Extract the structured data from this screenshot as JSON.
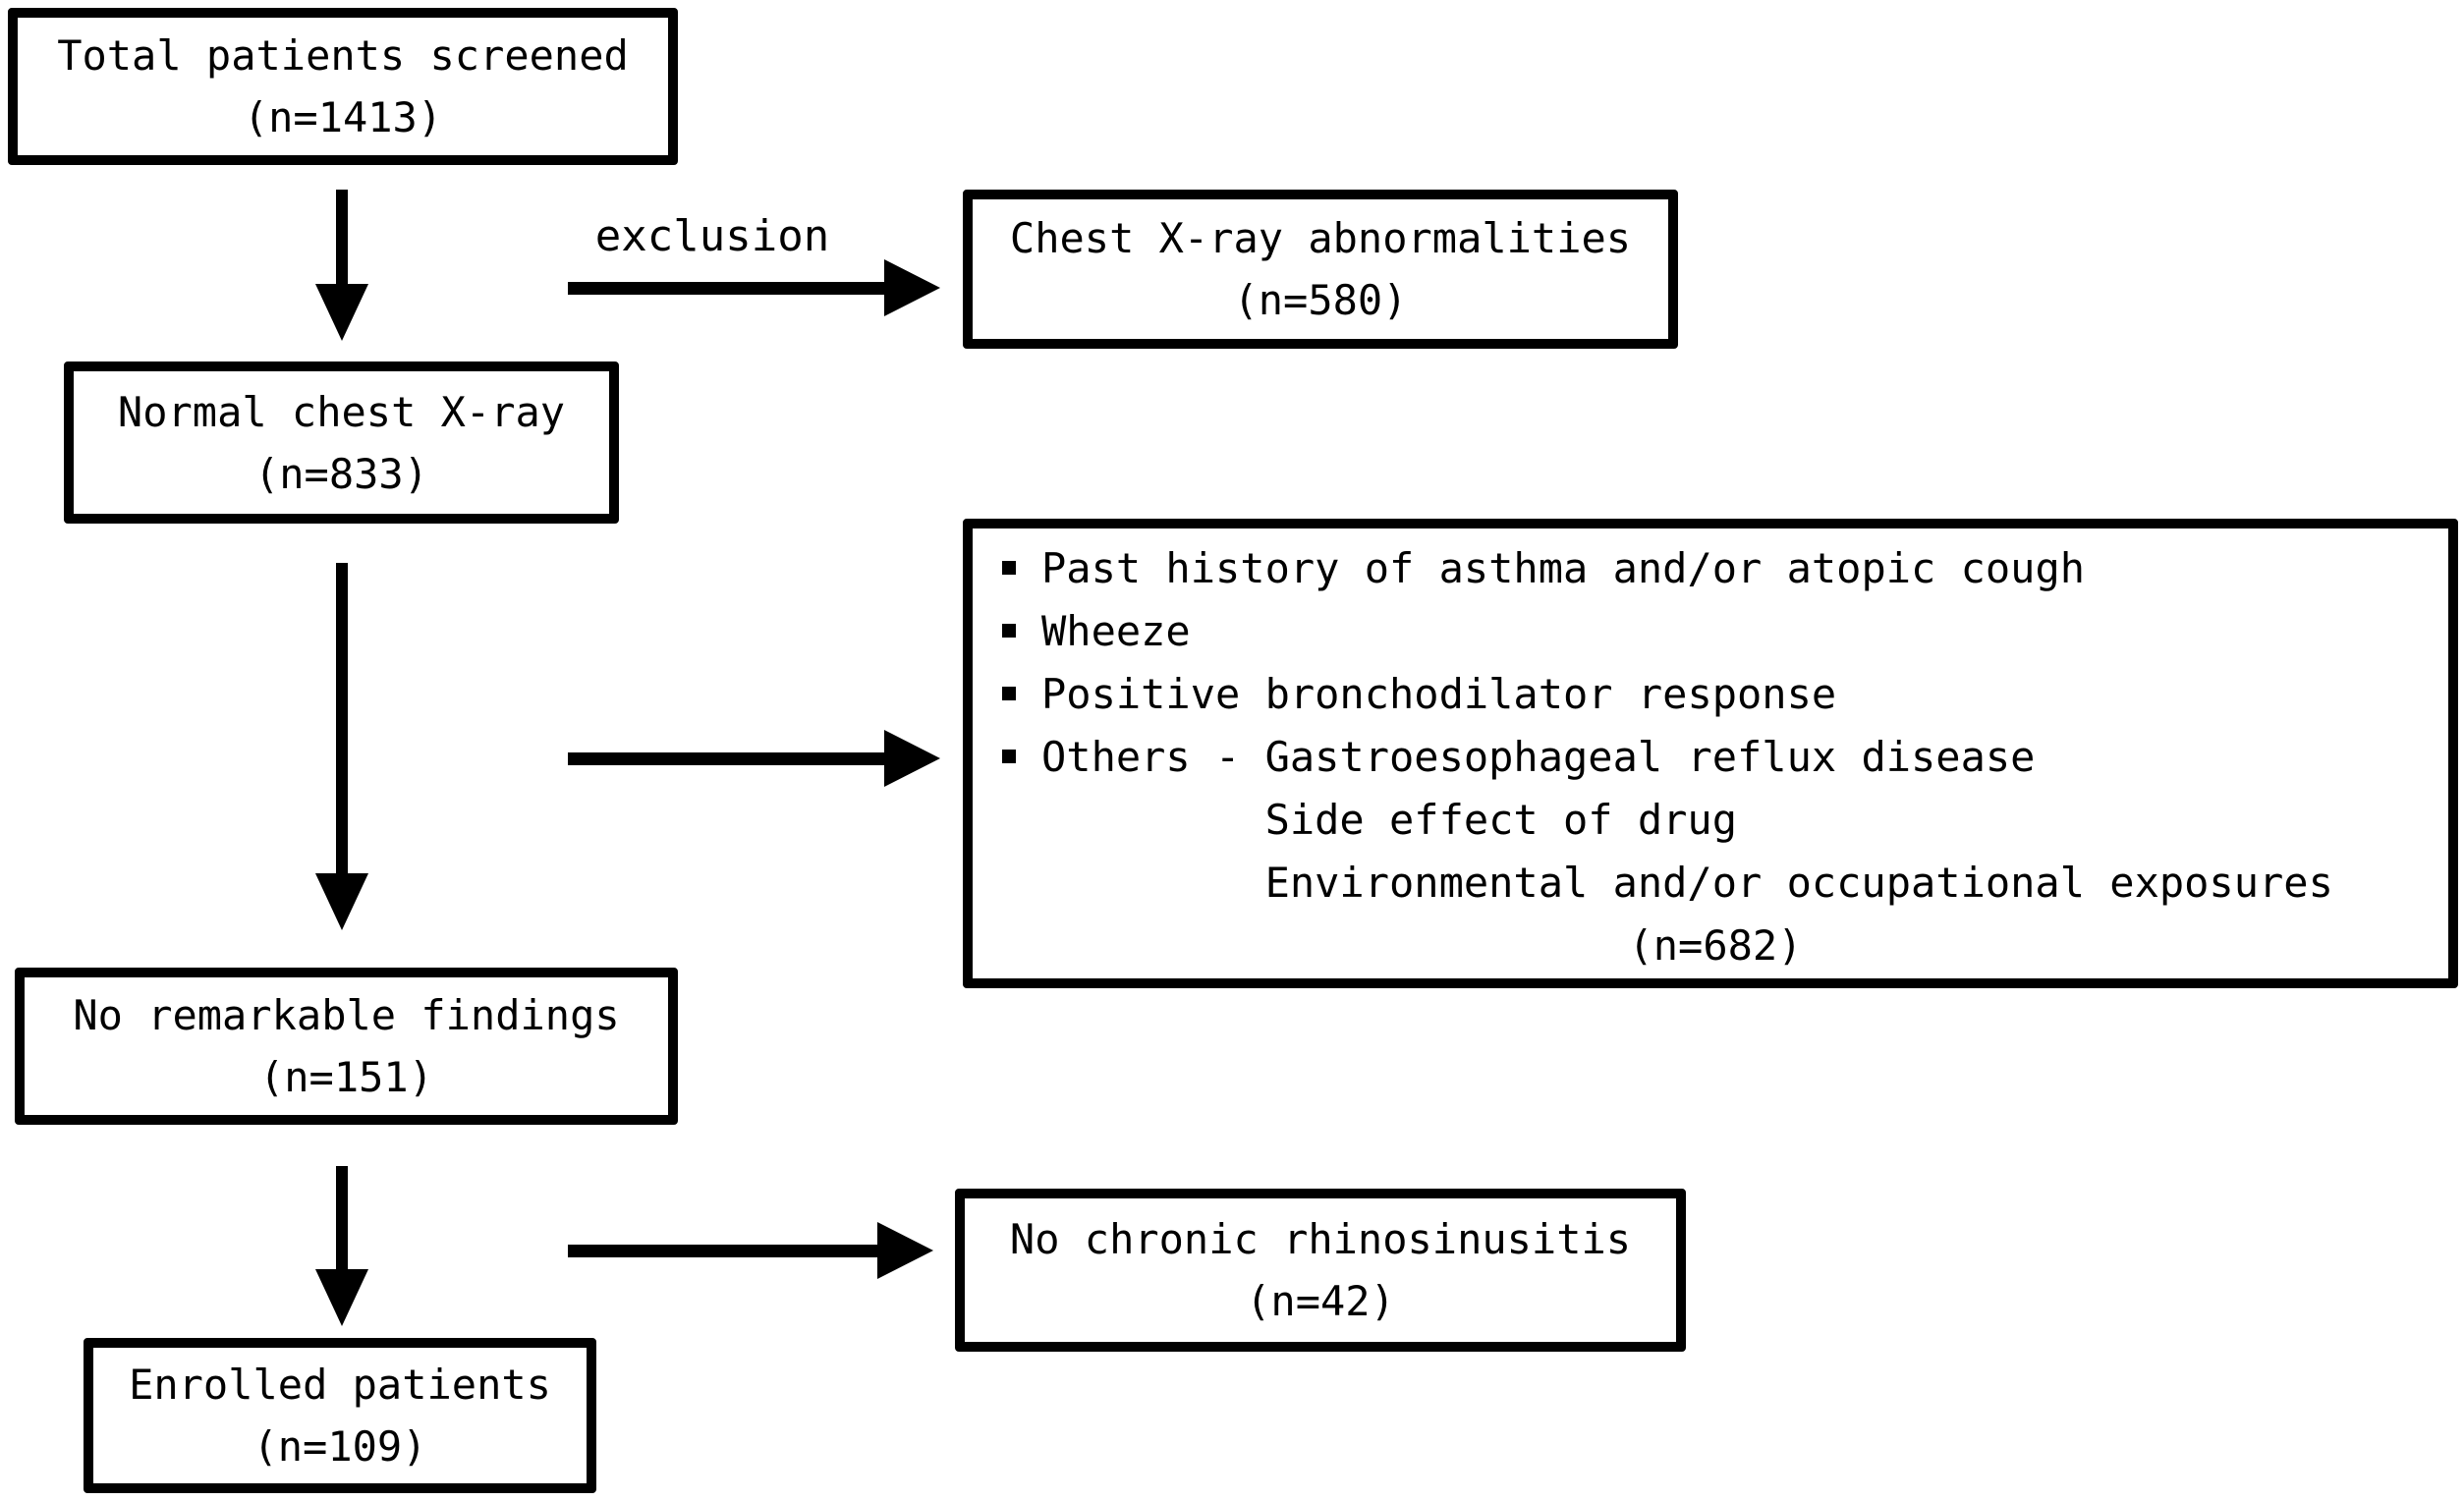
{
  "diagram": {
    "colors": {
      "line": "#000000",
      "background": "#ffffff",
      "text": "#000000"
    },
    "labels": {
      "exclusion_arrow": "exclusion"
    },
    "boxes": {
      "total_screened": {
        "line1": "Total patients screened",
        "line2": "(n=1413)"
      },
      "xray_abnormalities": {
        "line1": "Chest X-ray abnormalities",
        "line2": "(n=580)"
      },
      "normal_xray": {
        "line1": "Normal chest X-ray",
        "line2": "(n=833)"
      },
      "no_remarkable_findings": {
        "line1": "No remarkable findings",
        "line2": "(n=151)"
      },
      "no_chronic_rhinosinusitis": {
        "line1": "No chronic rhinosinusitis",
        "line2": "(n=42)"
      },
      "enrolled_patients": {
        "line1": "Enrolled patients",
        "line2": "(n=109)"
      },
      "exclusion_criteria": {
        "lines": [
          {
            "bullet": true,
            "indent": 0,
            "align": "left",
            "text": "Past history of asthma and/or atopic cough"
          },
          {
            "bullet": true,
            "indent": 0,
            "align": "left",
            "text": "Wheeze"
          },
          {
            "bullet": true,
            "indent": 0,
            "align": "left",
            "text": "Positive bronchodilator response"
          },
          {
            "bullet": true,
            "indent": 0,
            "align": "left",
            "text": "Others - Gastroesophageal reflux disease"
          },
          {
            "bullet": false,
            "indent": 1,
            "align": "left",
            "text": "Side effect of drug"
          },
          {
            "bullet": false,
            "indent": 1,
            "align": "left",
            "text": "Environmental and/or occupational exposures"
          },
          {
            "bullet": false,
            "indent": 0,
            "align": "center",
            "text": "(n=682)"
          }
        ]
      }
    }
  }
}
